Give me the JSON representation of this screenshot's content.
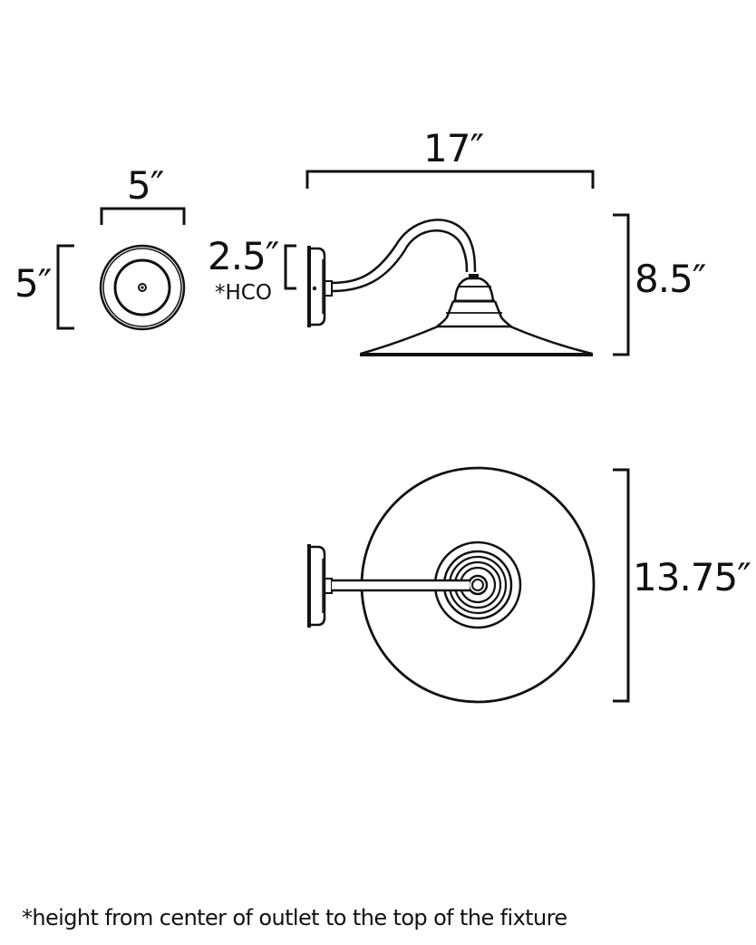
{
  "diagram": {
    "type": "product dimension drawing",
    "subject": "wall-mount gooseneck barn light sconce",
    "views": [
      {
        "name": "backplate front view",
        "dimensions": {
          "width": "5″",
          "height": "5″"
        }
      },
      {
        "name": "side view",
        "dimensions": {
          "extension": "17″",
          "height": "8.5″",
          "hco": "2.5″",
          "hco_label": "*HCO"
        }
      },
      {
        "name": "top view",
        "dimensions": {
          "diameter": "13.75″"
        }
      }
    ]
  },
  "labels": {
    "backplate_width": "5″",
    "backplate_height": "5″",
    "extension": "17″",
    "hco_value": "2.5″",
    "hco_label": "*HCO",
    "overall_height": "8.5″",
    "shade_diameter": "13.75″"
  },
  "footnote": "*height from center of outlet to the top of the fixture"
}
